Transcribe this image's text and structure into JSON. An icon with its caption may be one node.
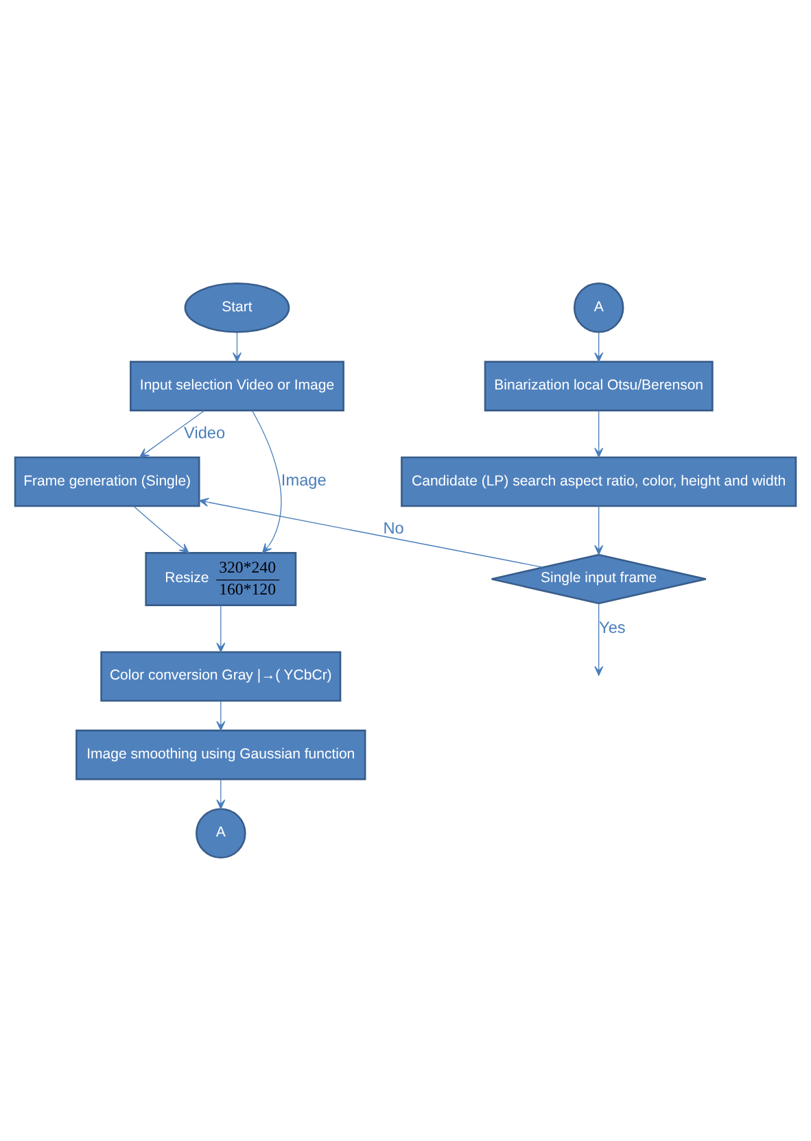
{
  "diagram": {
    "nodes": [
      {
        "text": [
          "Start"
        ]
      },
      {
        "text": [
          "Input selection Video or Image"
        ]
      },
      {
        "text": [
          "Frame generation (Single)"
        ]
      },
      {
        "text": [
          "Resize",
          "320*240",
          "160*120"
        ]
      },
      {
        "text": [
          "Color conversion Gray |→( YCbCr)"
        ]
      },
      {
        "text": [
          "Image smoothing using Gaussian function"
        ]
      },
      {
        "text": [
          "A"
        ]
      },
      {
        "text": [
          "A"
        ]
      },
      {
        "text": [
          "Binarization local Otsu/Berenson"
        ]
      },
      {
        "text": [
          "Candidate (LP) search aspect ratio, color, height and width"
        ]
      },
      {
        "text": [
          "Single input frame"
        ]
      }
    ],
    "edges": [
      {
        "from": 0,
        "to": 1,
        "arrow": "to"
      },
      {
        "from": 1,
        "to": 2,
        "arrow": "to",
        "label": "Video"
      },
      {
        "from": 1,
        "to": 3,
        "arrow": "to",
        "label": "Image"
      },
      {
        "from": 2,
        "to": 3,
        "arrow": "to"
      },
      {
        "from": 3,
        "to": 4,
        "arrow": "to"
      },
      {
        "from": 4,
        "to": 5,
        "arrow": "to"
      },
      {
        "from": 5,
        "to": 6,
        "arrow": "to"
      },
      {
        "from": 7,
        "to": 8,
        "arrow": "to"
      },
      {
        "from": 8,
        "to": 9,
        "arrow": "to"
      },
      {
        "from": 9,
        "to": 10,
        "arrow": "to"
      },
      {
        "from": 10,
        "to": 2,
        "arrow": "to",
        "label": "No"
      },
      {
        "from": 10,
        "to": null,
        "arrow": "to",
        "label": "Yes"
      }
    ]
  }
}
